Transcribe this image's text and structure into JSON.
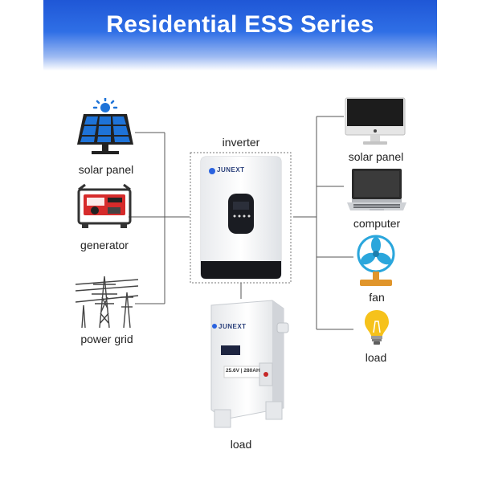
{
  "header": {
    "title": "Residential ESS Series"
  },
  "sources": [
    {
      "label": "solar panel",
      "icon": "solar-panel-icon"
    },
    {
      "label": "generator",
      "icon": "generator-icon"
    },
    {
      "label": "power grid",
      "icon": "power-grid-icon"
    }
  ],
  "center": {
    "inverter_label": "inverter",
    "inverter_brand": "JUNEXT",
    "battery_label": "load",
    "battery_brand": "JUNEXT",
    "battery_spec": "25.6V | 280AH"
  },
  "loads": [
    {
      "label": "solar panel",
      "icon": "monitor-icon"
    },
    {
      "label": "computer",
      "icon": "laptop-icon"
    },
    {
      "label": "fan",
      "icon": "fan-icon"
    },
    {
      "label": "load",
      "icon": "light-bulb-icon"
    }
  ],
  "colors": {
    "banner": "#2a62df",
    "line": "#555555",
    "solar_blue": "#1e73d8",
    "generator_red": "#d62b2b",
    "fan_blue": "#2aa6dc",
    "fan_stand": "#e0952b",
    "bulb_yellow": "#f6c21b"
  }
}
